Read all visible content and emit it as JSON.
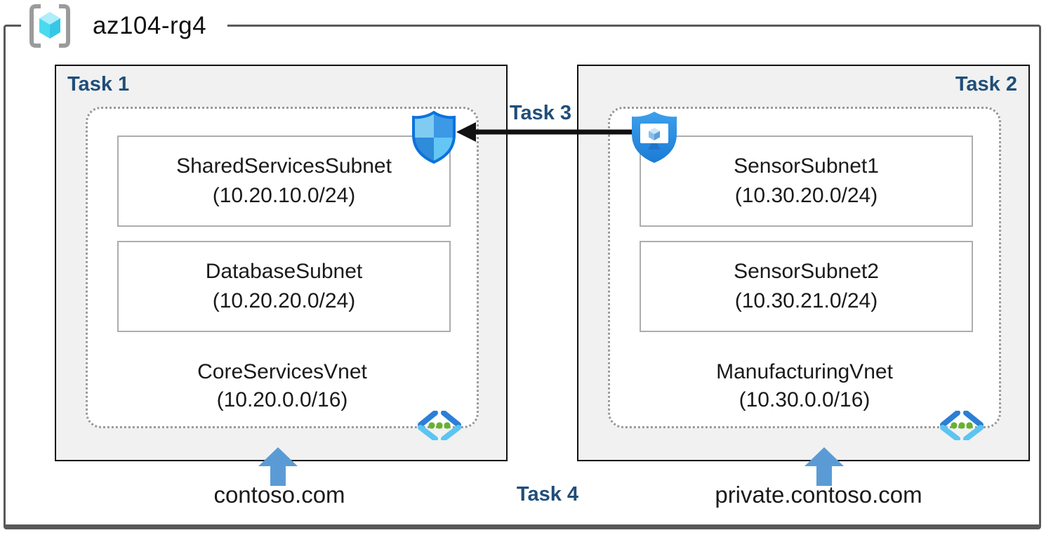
{
  "resource_group": {
    "name": "az104-rg4"
  },
  "task_labels": {
    "task1": "Task 1",
    "task2": "Task 2",
    "task3": "Task 3",
    "task4": "Task 4"
  },
  "vnets": [
    {
      "task": "Task 1",
      "name": "CoreServicesVnet",
      "address_space": "(10.20.0.0/16)",
      "dns_zone": "contoso.com",
      "subnets": [
        {
          "name": "SharedServicesSubnet",
          "prefix": "(10.20.10.0/24)"
        },
        {
          "name": "DatabaseSubnet",
          "prefix": "(10.20.20.0/24)"
        }
      ]
    },
    {
      "task": "Task 2",
      "name": "ManufacturingVnet",
      "address_space": "(10.30.0.0/16)",
      "dns_zone": "private.contoso.com",
      "subnets": [
        {
          "name": "SensorSubnet1",
          "prefix": "(10.30.20.0/24)"
        },
        {
          "name": "SensorSubnet2",
          "prefix": "(10.30.21.0/24)"
        }
      ]
    }
  ],
  "icons": {
    "resource_group": "resource-group-icon",
    "nsg": "network-security-group-shield-icon",
    "bastion": "bastion-shield-icon",
    "vnet": "virtual-network-icon",
    "dns_arrow": "up-arrow-icon",
    "peering_arrow": "left-arrow-icon"
  },
  "colors": {
    "task_label": "#1F4E79",
    "task_box_fill": "#F1F1F1",
    "frame_border": "#595959",
    "dns_arrow_blue": "#5B9BD5",
    "azure_blue": "#2E8BE2",
    "vnet_dot_green": "#66B22E",
    "cube_cyan": "#4ADAF0"
  }
}
